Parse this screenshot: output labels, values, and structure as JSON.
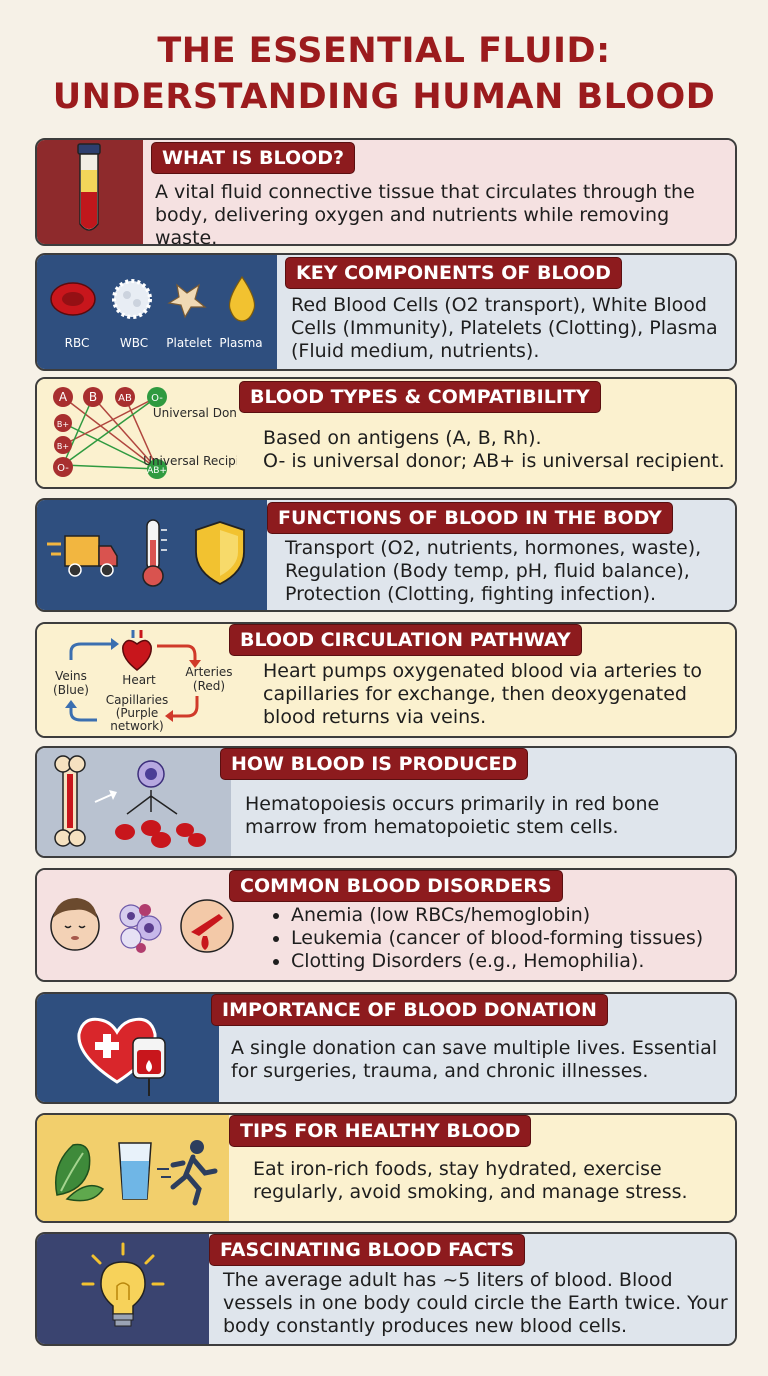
{
  "title": {
    "line1": "THE ESSENTIAL FLUID:",
    "line2": "UNDERSTANDING HUMAN BLOOD"
  },
  "colors": {
    "heading_bg": "#8d1b1e",
    "title": "#9b1b1d",
    "pink_bg": "#f5e1e1",
    "blue_bg": "#dfe5ec",
    "yellow_bg": "#fbf1cf",
    "navy_panel": "#2f4f7f"
  },
  "sections": [
    {
      "heading": "WHAT IS BLOOD?",
      "text": "A vital fluid connective tissue that circulates through the body, delivering oxygen and nutrients while removing waste.",
      "icons": [
        "test-tube-icon"
      ]
    },
    {
      "heading": "KEY COMPONENTS OF BLOOD",
      "text": "Red Blood Cells (O2 transport), White Blood Cells (Immunity), Platelets (Clotting), Plasma (Fluid medium, nutrients).",
      "icons": [
        "red-blood-cell-icon",
        "white-blood-cell-icon",
        "platelet-icon",
        "plasma-drop-icon"
      ],
      "icon_labels": [
        "RBC",
        "WBC",
        "Platelet",
        "Plasma"
      ]
    },
    {
      "heading": "BLOOD TYPES & COMPATIBILITY",
      "text_line1": "Based on antigens (A, B, Rh).",
      "text_line2": "O- is universal donor; AB+ is universal recipient.",
      "icons": [
        "blood-type-diagram-icon"
      ],
      "diagram": {
        "types": [
          "A",
          "B",
          "AB",
          "O-",
          "AB+",
          "B+",
          "B+"
        ],
        "universal_donor": "Universal Donor",
        "universal_recipient": "Universal Recipient"
      }
    },
    {
      "heading": "FUNCTIONS OF BLOOD IN THE BODY",
      "text": "Transport (O2, nutrients, hormones, waste), Regulation (Body temp, pH, fluid balance), Protection (Clotting, fighting infection).",
      "icons": [
        "delivery-truck-icon",
        "thermometer-icon",
        "shield-icon"
      ]
    },
    {
      "heading": "BLOOD CIRCULATION PATHWAY",
      "text": "Heart pumps oxygenated blood via arteries to capillaries for exchange, then deoxygenated blood returns via veins.",
      "icons": [
        "heart-icon",
        "circulation-arrows-icon"
      ],
      "diagram": {
        "heart": "Heart",
        "arteries": "Arteries",
        "arteries_color": "(Red)",
        "veins": "Veins",
        "veins_color": "(Blue)",
        "capillaries_1": "Capillaries",
        "capillaries_2": "(Purple",
        "capillaries_3": "network)"
      }
    },
    {
      "heading": "HOW BLOOD IS PRODUCED",
      "text": "Hematopoiesis occurs primarily in red bone marrow from hematopoietic stem cells.",
      "icons": [
        "bone-icon",
        "stem-cell-icon",
        "blood-cells-icon"
      ]
    },
    {
      "heading": "COMMON BLOOD DISORDERS",
      "bullets": [
        "Anemia (low RBCs/hemoglobin)",
        "Leukemia (cancer of blood-forming tissues)",
        "Clotting Disorders (e.g., Hemophilia)."
      ],
      "icons": [
        "tired-face-icon",
        "abnormal-cells-icon",
        "bleeding-wound-icon"
      ]
    },
    {
      "heading": "IMPORTANCE OF BLOOD DONATION",
      "text": "A single donation can save multiple lives. Essential for surgeries, trauma, and chronic illnesses.",
      "icons": [
        "heart-cross-icon",
        "blood-bag-icon"
      ]
    },
    {
      "heading": "TIPS FOR HEALTHY BLOOD",
      "text": "Eat iron-rich foods, stay hydrated, exercise regularly, avoid smoking, and manage stress.",
      "icons": [
        "leafy-greens-icon",
        "water-glass-icon",
        "running-person-icon"
      ]
    },
    {
      "heading": "FASCINATING BLOOD FACTS",
      "text": "The average adult has ~5 liters of blood. Blood vessels in one body could circle the Earth twice. Your body constantly produces new blood cells.",
      "icons": [
        "light-bulb-icon"
      ]
    }
  ]
}
